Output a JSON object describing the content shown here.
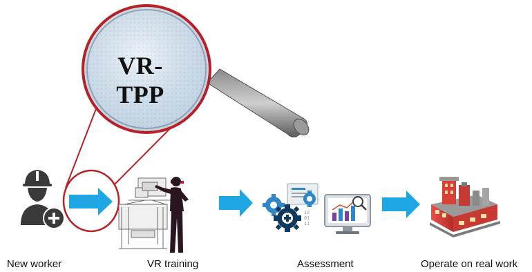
{
  "magnifier": {
    "title": "VR-TPP"
  },
  "steps": [
    {
      "label": "New worker",
      "icon": "worker-add-icon"
    },
    {
      "label": "VR training",
      "icon": "vr-trainee-icon"
    },
    {
      "label": "Assessment",
      "icon": "assessment-icon"
    },
    {
      "label": "Operate on real work",
      "icon": "factory-icon"
    }
  ],
  "colors": {
    "arrow": "#1ea7e4",
    "ring": "#b82025",
    "lens": "#cfe0ee",
    "worker": "#3a3a3a",
    "trainee": "#2a1620",
    "gear_dark": "#0f3a5f",
    "gear_light": "#2f86c8",
    "factory_red": "#d8413a",
    "monitor_bar": "#7b3fa0"
  }
}
